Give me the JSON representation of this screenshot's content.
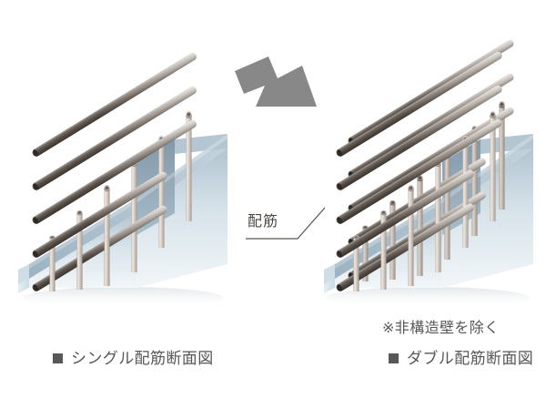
{
  "diagram": {
    "title_semantics": "rebar-arrangement-comparison",
    "callout": {
      "label": "配筋"
    },
    "arrow": {
      "name": "transition-arrow",
      "color": "#888888",
      "direction": "right-down"
    },
    "left_figure": {
      "caption": "シングル配筋断面図",
      "bullet_color": "#595757",
      "rebar_vertical_count": 6,
      "rebar_horizontal_count": 5,
      "layers": 1
    },
    "right_figure": {
      "caption": "ダブル配筋断面図",
      "note": "※非構造壁を除く",
      "bullet_color": "#595757",
      "rebar_vertical_count": 12,
      "rebar_horizontal_count": 10,
      "layers": 2
    },
    "colors": {
      "concrete_top": "#a9bdca",
      "concrete_front": "#dfe9ee",
      "concrete_cut": "#8ba4b5",
      "rebar_horizontal_dark": "#4a423c",
      "rebar_horizontal_light": "#cfc7c0",
      "rebar_vertical": "#d3cac2",
      "text": "#595757"
    }
  }
}
